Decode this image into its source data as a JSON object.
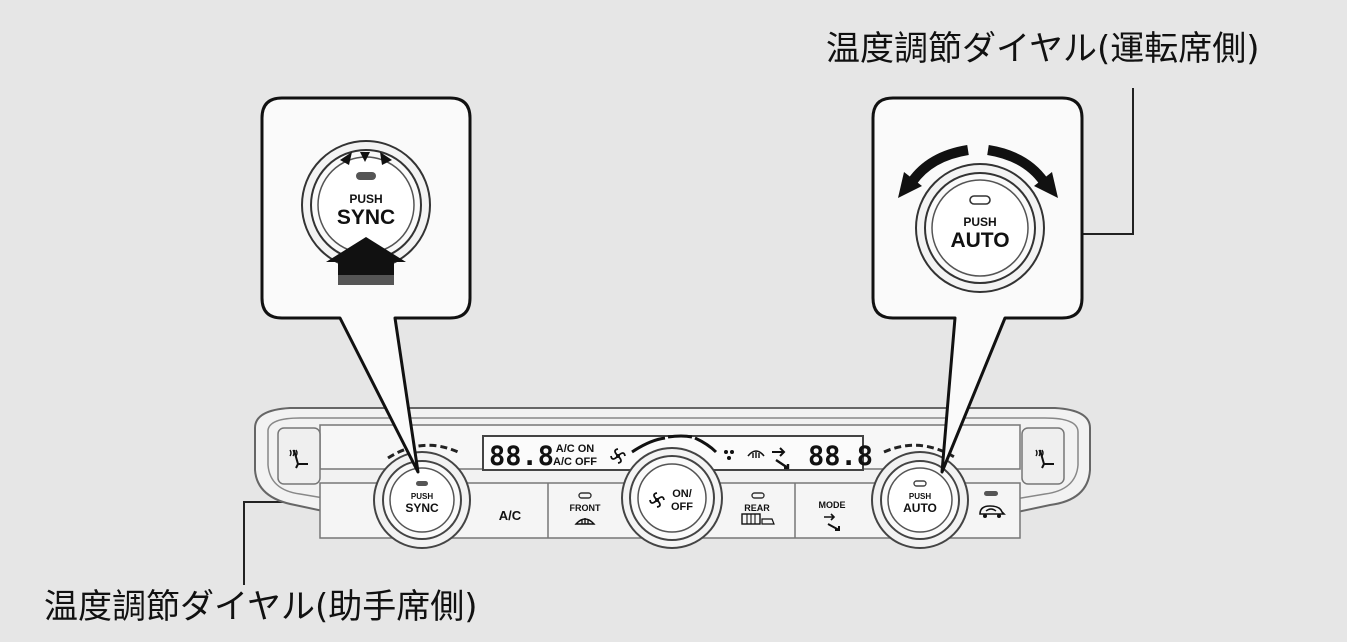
{
  "callouts": {
    "driver": "温度調節ダイヤル(運転席側)",
    "passenger": "温度調節ダイヤル(助手席側)"
  },
  "zoom_left": {
    "push": "PUSH",
    "label": "SYNC"
  },
  "zoom_right": {
    "push": "PUSH",
    "label": "AUTO"
  },
  "panel": {
    "display_left_temp": "88.8",
    "display_right_temp": "88.8",
    "ac_on": "A/C ON",
    "ac_off": "A/C OFF",
    "left_knob": {
      "push": "PUSH",
      "label": "SYNC"
    },
    "right_knob": {
      "push": "PUSH",
      "label": "AUTO"
    },
    "center_knob": {
      "line1": "ON/",
      "line2": "OFF"
    },
    "ac_button": "A/C",
    "front_button": "FRONT",
    "rear_button": "REAR",
    "mode_button": "MODE"
  },
  "icons": {
    "seat_heater_left": "seat-heater-icon",
    "seat_heater_right": "seat-heater-icon",
    "fan": "fan-icon",
    "front_defrost": "front-defrost-icon",
    "rear_defrost": "rear-defrost-icon",
    "mode": "airflow-mode-icon",
    "recirculation": "recirculation-icon"
  }
}
